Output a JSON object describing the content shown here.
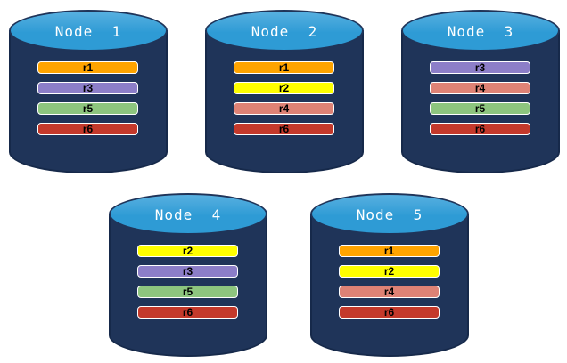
{
  "diagram_title": "",
  "colors": {
    "background": "#FFFFFF",
    "cylinder_body": "#1F3459",
    "cylinder_outline": "#16294A",
    "ellipse_fill": "#2E9BD5",
    "node_label_color": "#FFFFFF",
    "bar_border": "#FFFFFF",
    "bar_label_color": "#000000",
    "replica_palette": {
      "r1": "#FFA400",
      "r2": "#FFFF00",
      "r3": "#8C7EC8",
      "r4": "#DE8275",
      "r5": "#8DC57E",
      "r6": "#C4392B"
    }
  },
  "nodes": [
    {
      "label": "Node  1",
      "replicas": [
        {
          "label": "r1",
          "color": "#FFA400"
        },
        {
          "label": "r3",
          "color": "#8C7EC8"
        },
        {
          "label": "r5",
          "color": "#8DC57E"
        },
        {
          "label": "r6",
          "color": "#C4392B"
        }
      ]
    },
    {
      "label": "Node  2",
      "replicas": [
        {
          "label": "r1",
          "color": "#FFA400"
        },
        {
          "label": "r2",
          "color": "#FFFF00"
        },
        {
          "label": "r4",
          "color": "#DE8275"
        },
        {
          "label": "r6",
          "color": "#C4392B"
        }
      ]
    },
    {
      "label": "Node  3",
      "replicas": [
        {
          "label": "r3",
          "color": "#8C7EC8"
        },
        {
          "label": "r4",
          "color": "#DE8275"
        },
        {
          "label": "r5",
          "color": "#8DC57E"
        },
        {
          "label": "r6",
          "color": "#C4392B"
        }
      ]
    },
    {
      "label": "Node  4",
      "replicas": [
        {
          "label": "r2",
          "color": "#FFFF00"
        },
        {
          "label": "r3",
          "color": "#8C7EC8"
        },
        {
          "label": "r5",
          "color": "#8DC57E"
        },
        {
          "label": "r6",
          "color": "#C4392B"
        }
      ]
    },
    {
      "label": "Node  5",
      "replicas": [
        {
          "label": "r1",
          "color": "#FFA400"
        },
        {
          "label": "r2",
          "color": "#FFFF00"
        },
        {
          "label": "r4",
          "color": "#DE8275"
        },
        {
          "label": "r6",
          "color": "#C4392B"
        }
      ]
    }
  ]
}
